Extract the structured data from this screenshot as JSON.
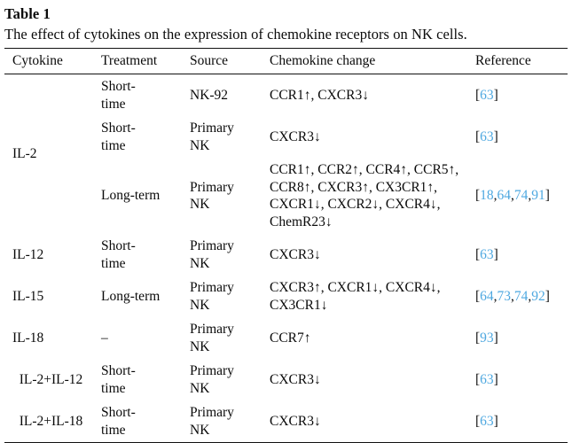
{
  "caption": {
    "label": "Table 1",
    "text": "The effect of cytokines on the expression of chemokine receptors on NK cells."
  },
  "colors": {
    "reference_link": "#4ea8e0",
    "text": "#0a0a0a",
    "rule": "#111111"
  },
  "table": {
    "headers": {
      "cytokine": "Cytokine",
      "treatment": "Treatment",
      "source": "Source",
      "chemokine_change": "Chemokine change",
      "reference": "Reference"
    },
    "rows": [
      {
        "cytokine": "",
        "treatment": "Short-time",
        "source": "NK-92",
        "chemokine_change": "CCR1↑, CXCR3↓",
        "references": [
          "63"
        ]
      },
      {
        "cytokine": "",
        "treatment": "Short-time",
        "source": "Primary NK",
        "chemokine_change": "CXCR3↓",
        "references": [
          "63"
        ]
      },
      {
        "cytokine": "IL-2",
        "treatment": "Long-term",
        "source": "Primary NK",
        "chemokine_change": "CCR1↑, CCR2↑, CCR4↑, CCR5↑, CCR8↑, CXCR3↑, CX3CR1↑, CXCR1↓, CXCR2↓, CXCR4↓, ChemR23↓",
        "references": [
          "18",
          "64",
          "74",
          "91"
        ]
      },
      {
        "cytokine": "IL-12",
        "treatment": "Short-time",
        "source": "Primary NK",
        "chemokine_change": "CXCR3↓",
        "references": [
          "63"
        ]
      },
      {
        "cytokine": "IL-15",
        "treatment": "Long-term",
        "source": "Primary NK",
        "chemokine_change": "CXCR3↑, CXCR1↓, CXCR4↓, CX3CR1↓",
        "references": [
          "64",
          "73",
          "74",
          "92"
        ]
      },
      {
        "cytokine": "IL-18",
        "treatment": "–",
        "source": "Primary NK",
        "chemokine_change": "CCR7↑",
        "references": [
          "93"
        ]
      },
      {
        "cytokine": "IL-2+IL-12",
        "treatment": "Short-time",
        "source": "Primary NK",
        "chemokine_change": "CXCR3↓",
        "references": [
          "63"
        ]
      },
      {
        "cytokine": "IL-2+IL-18",
        "treatment": "Short-time",
        "source": "Primary NK",
        "chemokine_change": "CXCR3↓",
        "references": [
          "63"
        ]
      }
    ]
  }
}
